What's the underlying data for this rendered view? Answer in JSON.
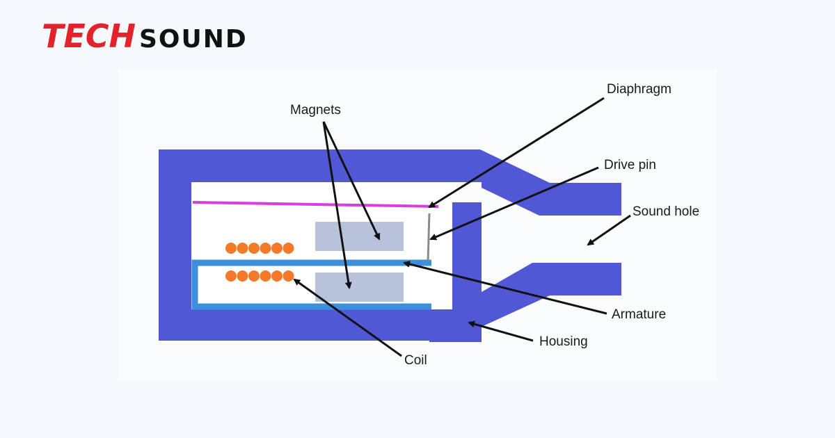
{
  "logo": {
    "brand_part1": "TECH",
    "brand_part2": "SOUND",
    "accent_color": "#e3232b",
    "dark_color": "#111111"
  },
  "diagram": {
    "colors": {
      "housing": "#5058d6",
      "armature": "#3b8fdb",
      "diaphragm": "#d63ee0",
      "magnet": "#b6c3db",
      "coil": "#f47a2a",
      "drive_pin": "#8a8a8a",
      "arrow": "#111111"
    },
    "labels": {
      "magnets": "Magnets",
      "diaphragm": "Diaphragm",
      "drive_pin": "Drive pin",
      "sound_hole": "Sound hole",
      "armature": "Armature",
      "housing": "Housing",
      "coil": "Coil"
    }
  }
}
